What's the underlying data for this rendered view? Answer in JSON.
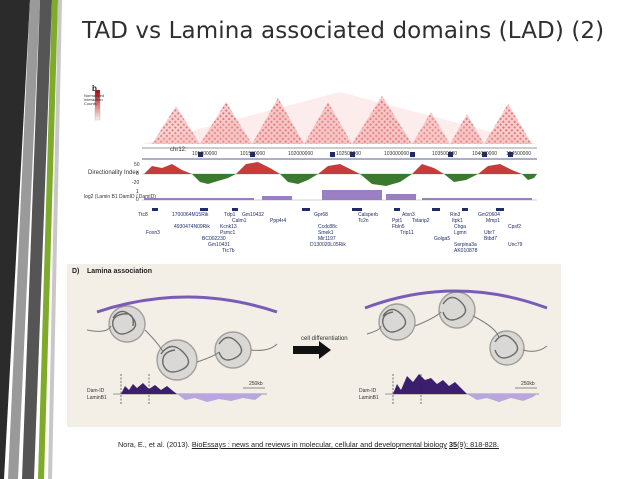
{
  "slide": {
    "title": "TAD vs Lamina associated domains (LAD) (2)",
    "accent_colors": {
      "stripe_dark": "#2b2b2b",
      "stripe_mid": "#8c8c8c",
      "stripe_green": "#7eab2a"
    }
  },
  "figure_b": {
    "panel_letter": "b",
    "colorbar_label": "Normalized Interaction Counts",
    "chromosome_label": "chr12:",
    "coordinates": [
      "101000000",
      "101500000",
      "102000000",
      "102500000",
      "103000000",
      "103500000",
      "104000000",
      "104500000"
    ],
    "directionality_label": "Directionality Index",
    "di_ticks": [
      "50",
      "0",
      "-20"
    ],
    "damid_label": "log2 (Lamin B1 DamID / DamID)",
    "damid_ticks": [
      "1",
      "0"
    ],
    "genes_row1": [
      "Ttc8",
      "1700064M15Rik",
      "Tdp1",
      "Gm10432",
      "Gpr68",
      "Calsperb",
      "Atxn3",
      "Rin3",
      "Gm20604"
    ],
    "genes_row2": [
      "4930474N09Rik",
      "Kcnk13",
      "Psmc1",
      "BC002230",
      "Gm10431",
      "Ttc7b",
      "Ppp4r4",
      "Smek1",
      "Tc2n",
      "Ppt1",
      "Tstarip2",
      "Golga5",
      "Itpk1",
      "Mmp1",
      "Cpsf2",
      "Ubr7",
      "Btbd7",
      "Unc79"
    ],
    "genes_row3": [
      "Foxn3",
      "Calm1",
      "Ccdc88c",
      "Mir1197",
      "D130020L05Rik",
      "Trip11",
      "Fbln5",
      "Chga",
      "Lgmn",
      "Serpina3a",
      "AK010878"
    ]
  },
  "figure_d": {
    "panel_letter": "D)",
    "title": "Lamina association",
    "arrow_label": "cell differentiation",
    "track_label_top": "Dam-ID",
    "track_label_bottom": "LaminB1",
    "scale_label_left": "250kb",
    "scale_label_right": "250kb"
  },
  "citation": {
    "authors": "Nora, E., et al. (2013).",
    "journal": "BioEssays : news and reviews in molecular, cellular and developmental biology",
    "volume": "35",
    "issue_pages": "(9): 818-828."
  }
}
